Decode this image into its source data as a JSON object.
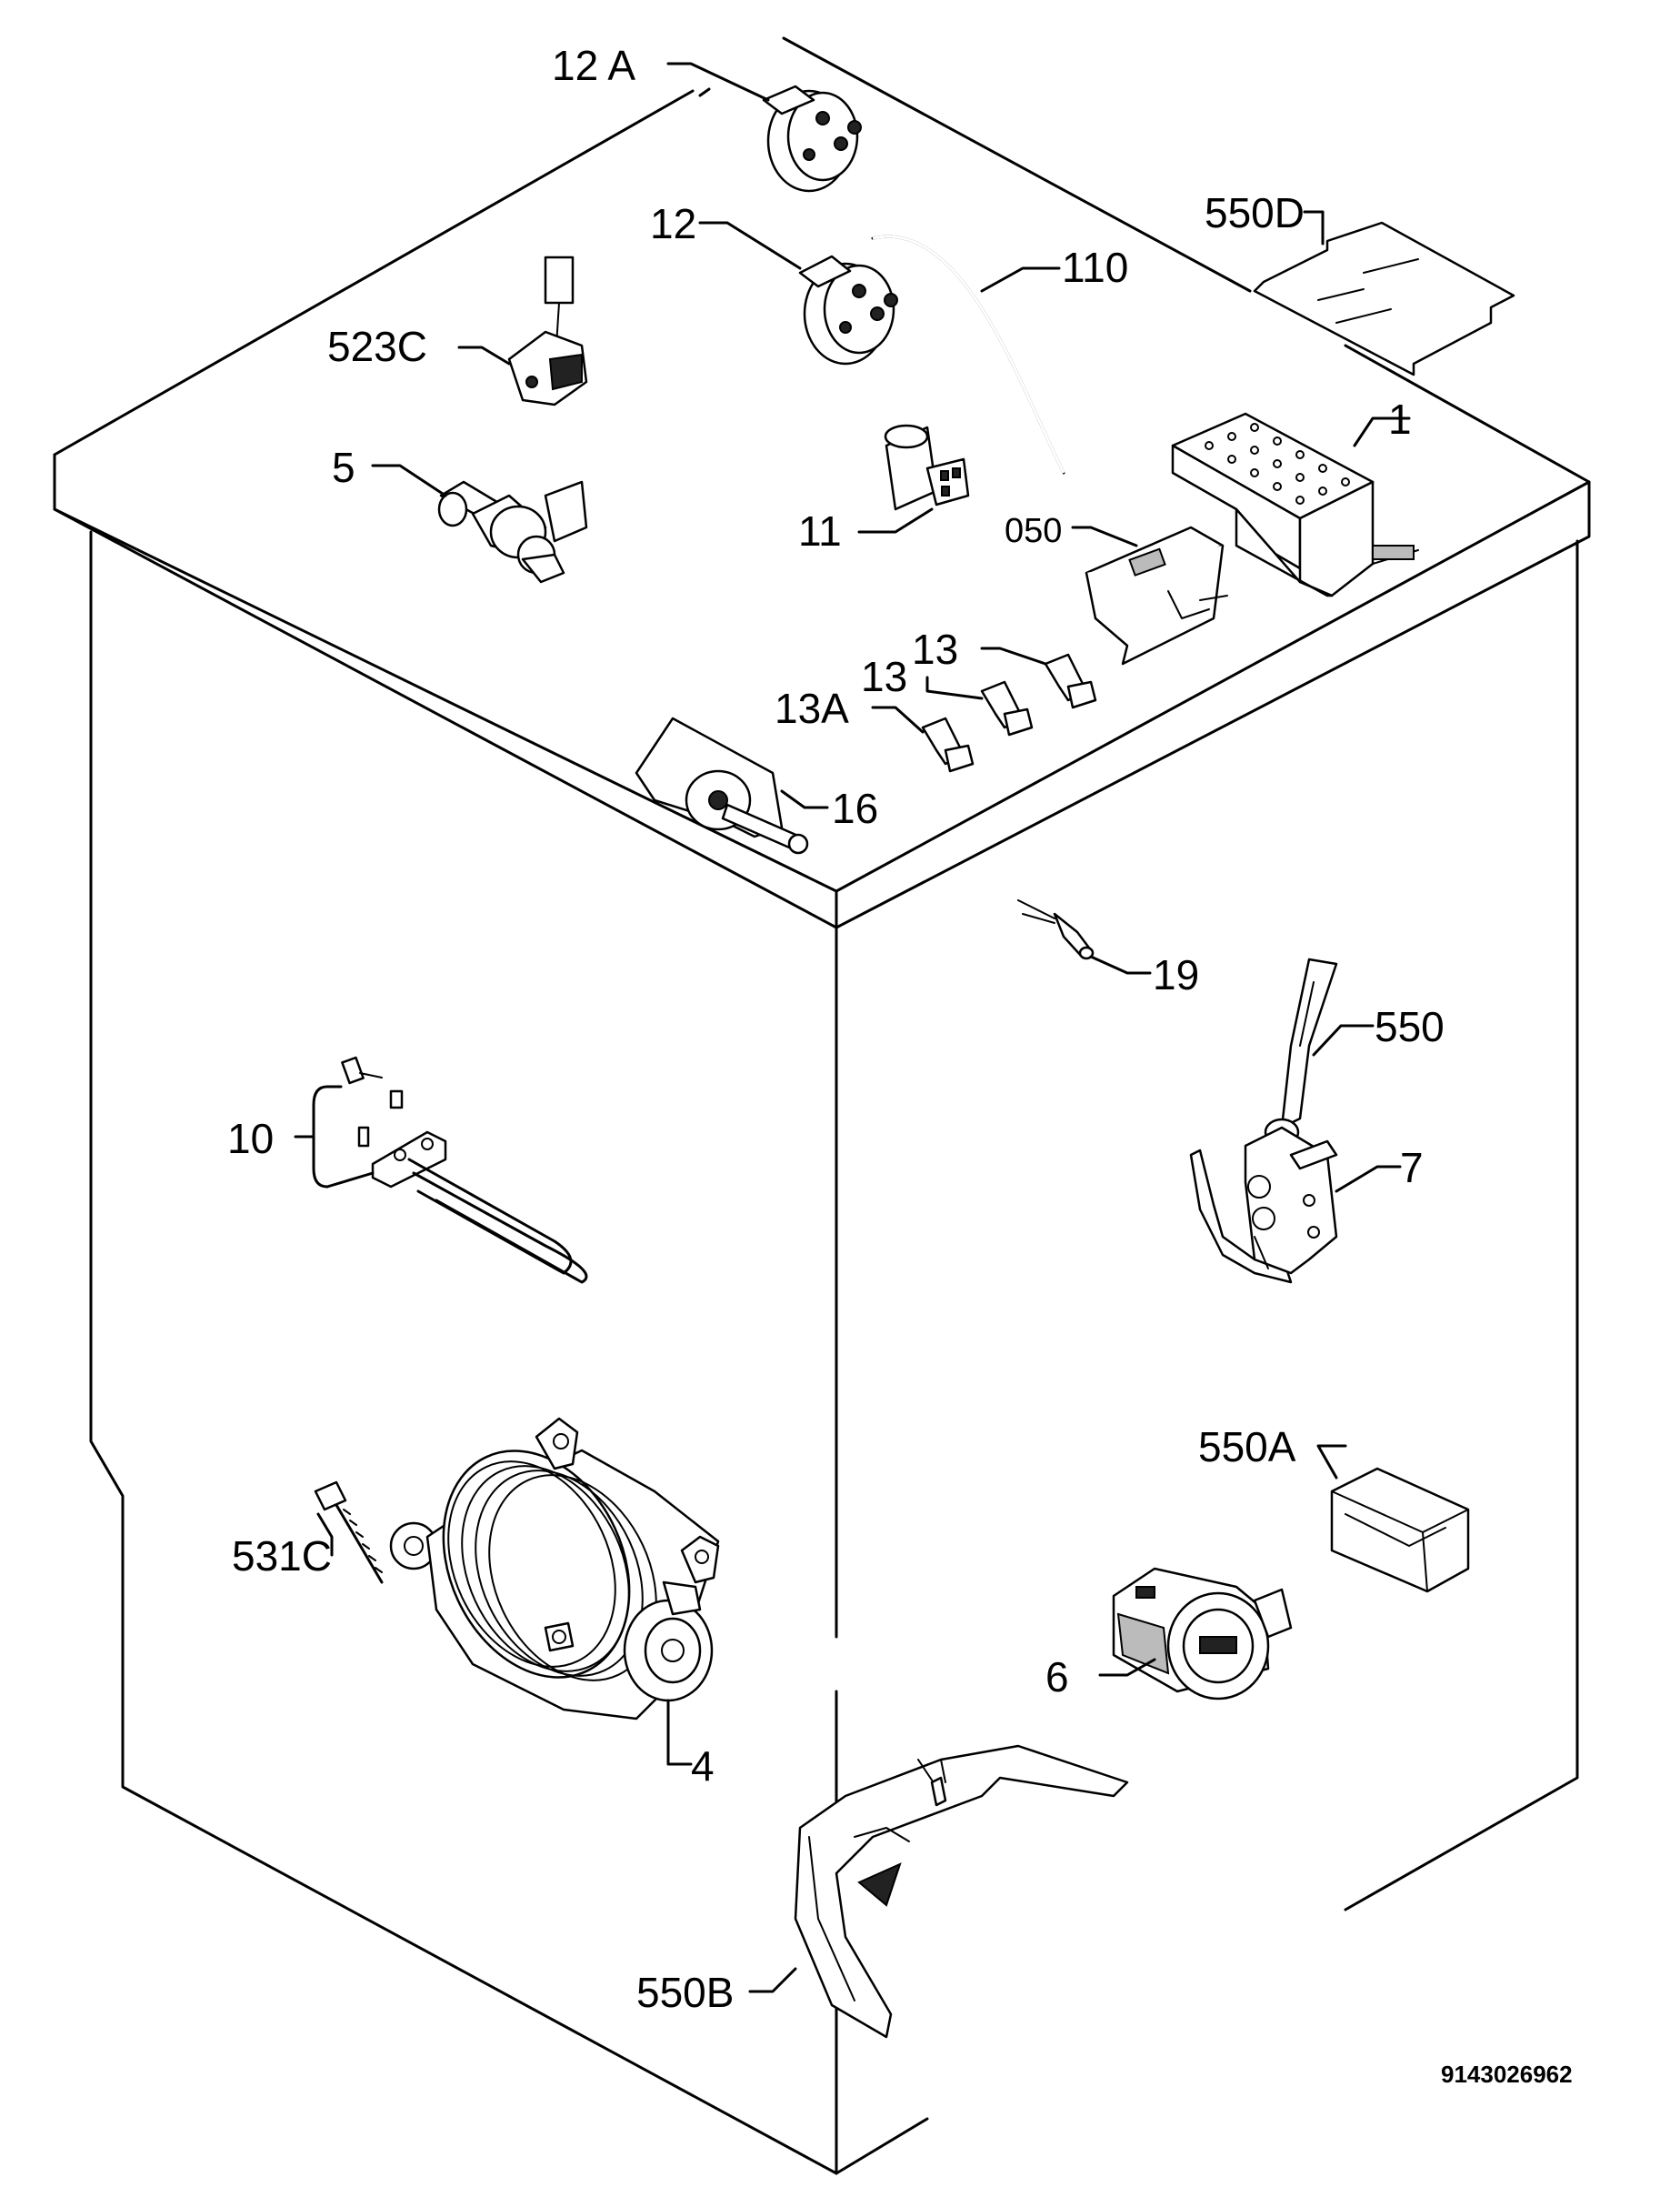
{
  "labels": {
    "p12a": "12 A",
    "p12": "12",
    "p110": "110",
    "p550d": "550D",
    "p523c": "523C",
    "p1": "1",
    "p5": "5",
    "p11": "11",
    "p050": "050",
    "p13_top": "13",
    "p13": "13",
    "p13a": "13A",
    "p16": "16",
    "p19": "19",
    "p550": "550",
    "p10": "10",
    "p7": "7",
    "p550a": "550A",
    "p531c": "531C",
    "p6": "6",
    "p4": "4",
    "p550b": "550B"
  },
  "drawing_code": "9143026962"
}
